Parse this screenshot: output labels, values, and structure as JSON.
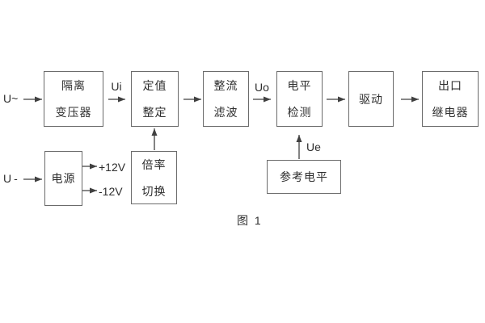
{
  "diagram": {
    "caption": "图 1",
    "colors": {
      "background": "#ffffff",
      "line": "#404040",
      "box_border": "#6b6b6b",
      "text": "#2e2e2e"
    },
    "inputs": {
      "ac_input": "U~",
      "dc_input": "U-"
    },
    "signals": {
      "ui": "Ui",
      "uo": "Uo",
      "ue": "Ue",
      "plus_12v": "+12V",
      "minus_12v": "-12V"
    },
    "blocks": {
      "isolation_transformer": {
        "line1": "隔离",
        "line2": "变压器"
      },
      "setting_adjust": {
        "line1": "定值",
        "line2": "整定"
      },
      "rectifier_filter": {
        "line1": "整流",
        "line2": "滤波"
      },
      "level_detector": {
        "line1": "电平",
        "line2": "检测"
      },
      "driver": {
        "line1": "驱动"
      },
      "output_relay": {
        "line1": "出口",
        "line2": "继电器"
      },
      "power_supply": {
        "line1": "电源"
      },
      "ratio_switch": {
        "line1": "倍率",
        "line2": "切换"
      },
      "reference_level": {
        "line1": "参考电平"
      }
    }
  }
}
